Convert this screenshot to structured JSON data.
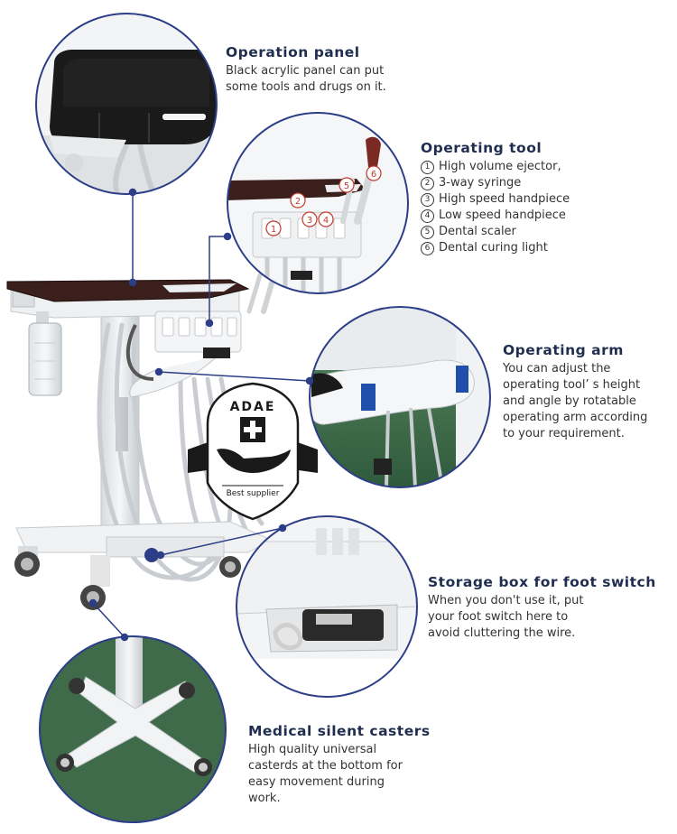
{
  "callouts": {
    "operation_panel": {
      "title": "Operation panel",
      "lines": [
        "Black acrylic panel can put",
        "some tools and drugs on it."
      ]
    },
    "operating_tool": {
      "title": "Operating tool",
      "items": [
        {
          "num": "1",
          "label": "High volume ejector,"
        },
        {
          "num": "2",
          "label": "3-way syringe"
        },
        {
          "num": "3",
          "label": "High speed handpiece"
        },
        {
          "num": "4",
          "label": "Low speed handpiece"
        },
        {
          "num": "5",
          "label": "Dental scaler"
        },
        {
          "num": "6",
          "label": "Dental curing light"
        }
      ]
    },
    "operating_arm": {
      "title": "Operating arm",
      "lines": [
        "You can adjust the",
        "operating tool’ s height",
        "and angle by rotatable",
        "operating arm according",
        "to your requirement."
      ]
    },
    "storage_box": {
      "title": "Storage box for foot switch",
      "lines": [
        "When you don't use it, put",
        "your foot switch here to",
        "avoid cluttering the wire."
      ]
    },
    "casters": {
      "title": "Medical silent casters",
      "lines": [
        "High quality universal",
        "casterds at the bottom for",
        "easy movement during",
        "work."
      ]
    }
  },
  "logo": {
    "brand": "ADAE",
    "tagline": "Best supplier"
  },
  "callout_numbers": [
    "1",
    "2",
    "3",
    "4",
    "5",
    "6"
  ],
  "colors": {
    "title_navy": "#1f2d4f",
    "leader_line": "#2c3e87",
    "circle_border": "#2c3e87",
    "panel_black": "#1a1a1a",
    "panel_brown": "#3a1f1c",
    "cart_white": "#eef0f2",
    "hose_grey": "#c9ccd0",
    "floor_green": "#3f6b4b",
    "arm_blue": "#1f4fa8"
  }
}
